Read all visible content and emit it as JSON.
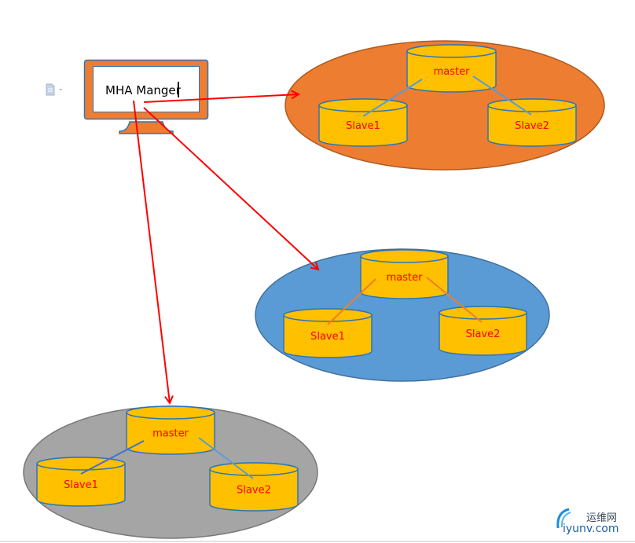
{
  "manager": {
    "label": "MHA Manger",
    "colors": {
      "frame": "#ED7D31",
      "border": "#2E75B6",
      "screen": "#ffffff"
    }
  },
  "arrow_color": "#FF0000",
  "clusters": [
    {
      "name": "orange",
      "fill": "#ED7D31",
      "stroke": "#AE5A21",
      "link_color": "#5B9BD5",
      "master_label": "master",
      "slaves": [
        "Slave1",
        "Slave2"
      ]
    },
    {
      "name": "blue",
      "fill": "#5B9BD5",
      "stroke": "#41719C",
      "link_color": "#ED7D31",
      "master_label": "master",
      "slaves": [
        "Slave1",
        "Slave2"
      ]
    },
    {
      "name": "gray",
      "fill": "#A5A5A5",
      "stroke": "#787878",
      "link_color": "#4472C4",
      "link_color_2": "#5B9BD5",
      "master_label": "master",
      "slaves": [
        "Slave1",
        "Slave2"
      ]
    }
  ],
  "cylinder": {
    "fill": "#FFC000",
    "stroke": "#2E75B6",
    "text": "#FF0000"
  },
  "toolbar": {
    "icon": "document-icon"
  },
  "watermark": {
    "cn": "运维网",
    "en": "iyunv.com"
  }
}
